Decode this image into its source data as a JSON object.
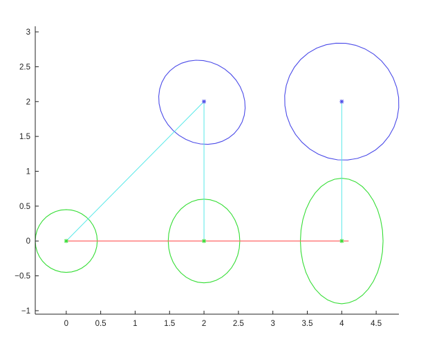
{
  "chart_data": {
    "type": "scatter",
    "title": "",
    "xlabel": "",
    "ylabel": "",
    "xlim": [
      -0.45,
      4.83
    ],
    "ylim": [
      -1.05,
      3.08
    ],
    "grid": false,
    "xticks": [
      0,
      0.5,
      1,
      1.5,
      2,
      2.5,
      3,
      3.5,
      4,
      4.5
    ],
    "xtick_labels": [
      "0",
      "0.5",
      "1",
      "1.5",
      "2",
      "2.5",
      "3",
      "3.5",
      "4",
      "4.5"
    ],
    "yticks": [
      -1,
      -0.5,
      0,
      0.5,
      1,
      1.5,
      2,
      2.5,
      3
    ],
    "ytick_labels": [
      "−1",
      "−0.5",
      "0",
      "0.5",
      "1",
      "1.5",
      "2",
      "2.5",
      "3"
    ],
    "colors": {
      "landmark": "#4a4ae8",
      "pose": "#33dd33",
      "odometry": "#ff6666",
      "observation": "#55e8e8",
      "axes": "#222222"
    },
    "landmarks": [
      {
        "x": 2,
        "y": 2,
        "marker": "*"
      },
      {
        "x": 4,
        "y": 2,
        "marker": "*"
      }
    ],
    "poses": [
      {
        "x": 0,
        "y": 0,
        "marker": "*"
      },
      {
        "x": 2,
        "y": 0,
        "marker": "*"
      },
      {
        "x": 4,
        "y": 0,
        "marker": "*"
      }
    ],
    "odometry_path": [
      {
        "x": 0,
        "y": 0
      },
      {
        "x": 4.1,
        "y": 0
      }
    ],
    "observations": [
      {
        "from": [
          0,
          0
        ],
        "to": [
          2,
          2
        ]
      },
      {
        "from": [
          2,
          0
        ],
        "to": [
          2,
          2
        ]
      },
      {
        "from": [
          4,
          0
        ],
        "to": [
          4,
          2
        ]
      }
    ],
    "covariance_ellipses": [
      {
        "kind": "pose",
        "cx": 0,
        "cy": 0,
        "rx": 0.45,
        "ry": 0.45,
        "angle_deg": 0
      },
      {
        "kind": "pose",
        "cx": 2,
        "cy": 0,
        "rx": 0.52,
        "ry": 0.6,
        "angle_deg": 0
      },
      {
        "kind": "pose",
        "cx": 4,
        "cy": 0,
        "rx": 0.6,
        "ry": 0.9,
        "angle_deg": 0
      },
      {
        "kind": "landmark",
        "cx": 1.97,
        "cy": 1.99,
        "rx": 0.65,
        "ry": 0.58,
        "angle_deg": -35
      },
      {
        "kind": "landmark",
        "cx": 4.0,
        "cy": 2.0,
        "rx": 0.85,
        "ry": 0.82,
        "angle_deg": -55
      }
    ]
  }
}
